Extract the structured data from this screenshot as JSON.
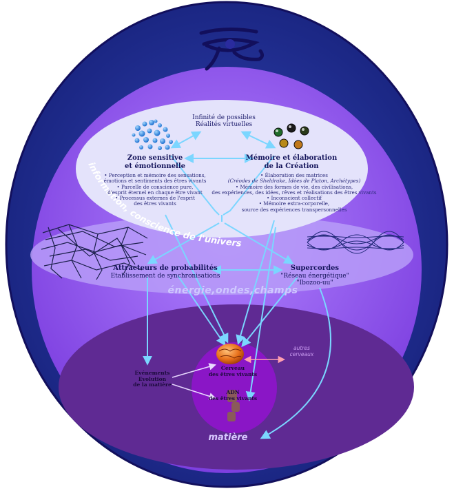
{
  "colors": {
    "outer": "#1e2f8f",
    "outer_ring": "#120f5c",
    "middle": "#9a63f0",
    "inner_ellipse": "#e3e2fb",
    "energy_band": "#b79cf8",
    "matter_zone": "#612a95",
    "matter_circle": "#8c18c8",
    "arrow": "#7bd6ff"
  },
  "eye_symbol": "eye-of-horus-icon",
  "top": {
    "possibles_line1": "Infinité de possibles",
    "possibles_line2": "Réalités virtuelles"
  },
  "zone_sensitive": {
    "title_line1": "Zone sensitive",
    "title_line2": "et émotionnelle",
    "items": [
      "• Perception et mémoire des sensations,",
      "émotions et sentiments des êtres vivants",
      "• Parcelle de conscience pure,",
      "d'esprit éternel en chaque être vivant",
      "• Processus externes de l'esprit",
      "des êtres vivants"
    ]
  },
  "memoire": {
    "title_line1": "Mémoire et élaboration",
    "title_line2": "de la Création",
    "items": [
      "• Élaboration des matrices",
      "(Créodes de Sheldrake, Idées de Platon, Archétypes)",
      "• Mémoire des formes de vie, des civilisations,",
      "des expériences, des idées, rêves et réalisations des êtres vivants",
      "• Inconscient collectif",
      "• Mémoire extra-corporelle,",
      "source des expériences transpersonnelles"
    ]
  },
  "curved_label": "information, conscience de l'univers",
  "attracteurs": {
    "title": "Attracteurs de probabilités",
    "subtitle": "Etablissement de synchronisations"
  },
  "supercordes": {
    "title": "Supercordes",
    "line1": "\"Réseau énergétique\"",
    "line2": "\"Ibozoo-uu\""
  },
  "energy_label": "énergie,ondes,champs",
  "evenements": {
    "line1": "Evénements",
    "line2": "Evolution",
    "line3": "de la matière"
  },
  "cerveau": {
    "line1": "Cerveau",
    "line2": "des êtres vivants"
  },
  "adn": {
    "line1": "ADN",
    "line2": "des êtres vivants"
  },
  "autres": {
    "line1": "autres",
    "line2": "cerveaux"
  },
  "matter_label": "matière"
}
